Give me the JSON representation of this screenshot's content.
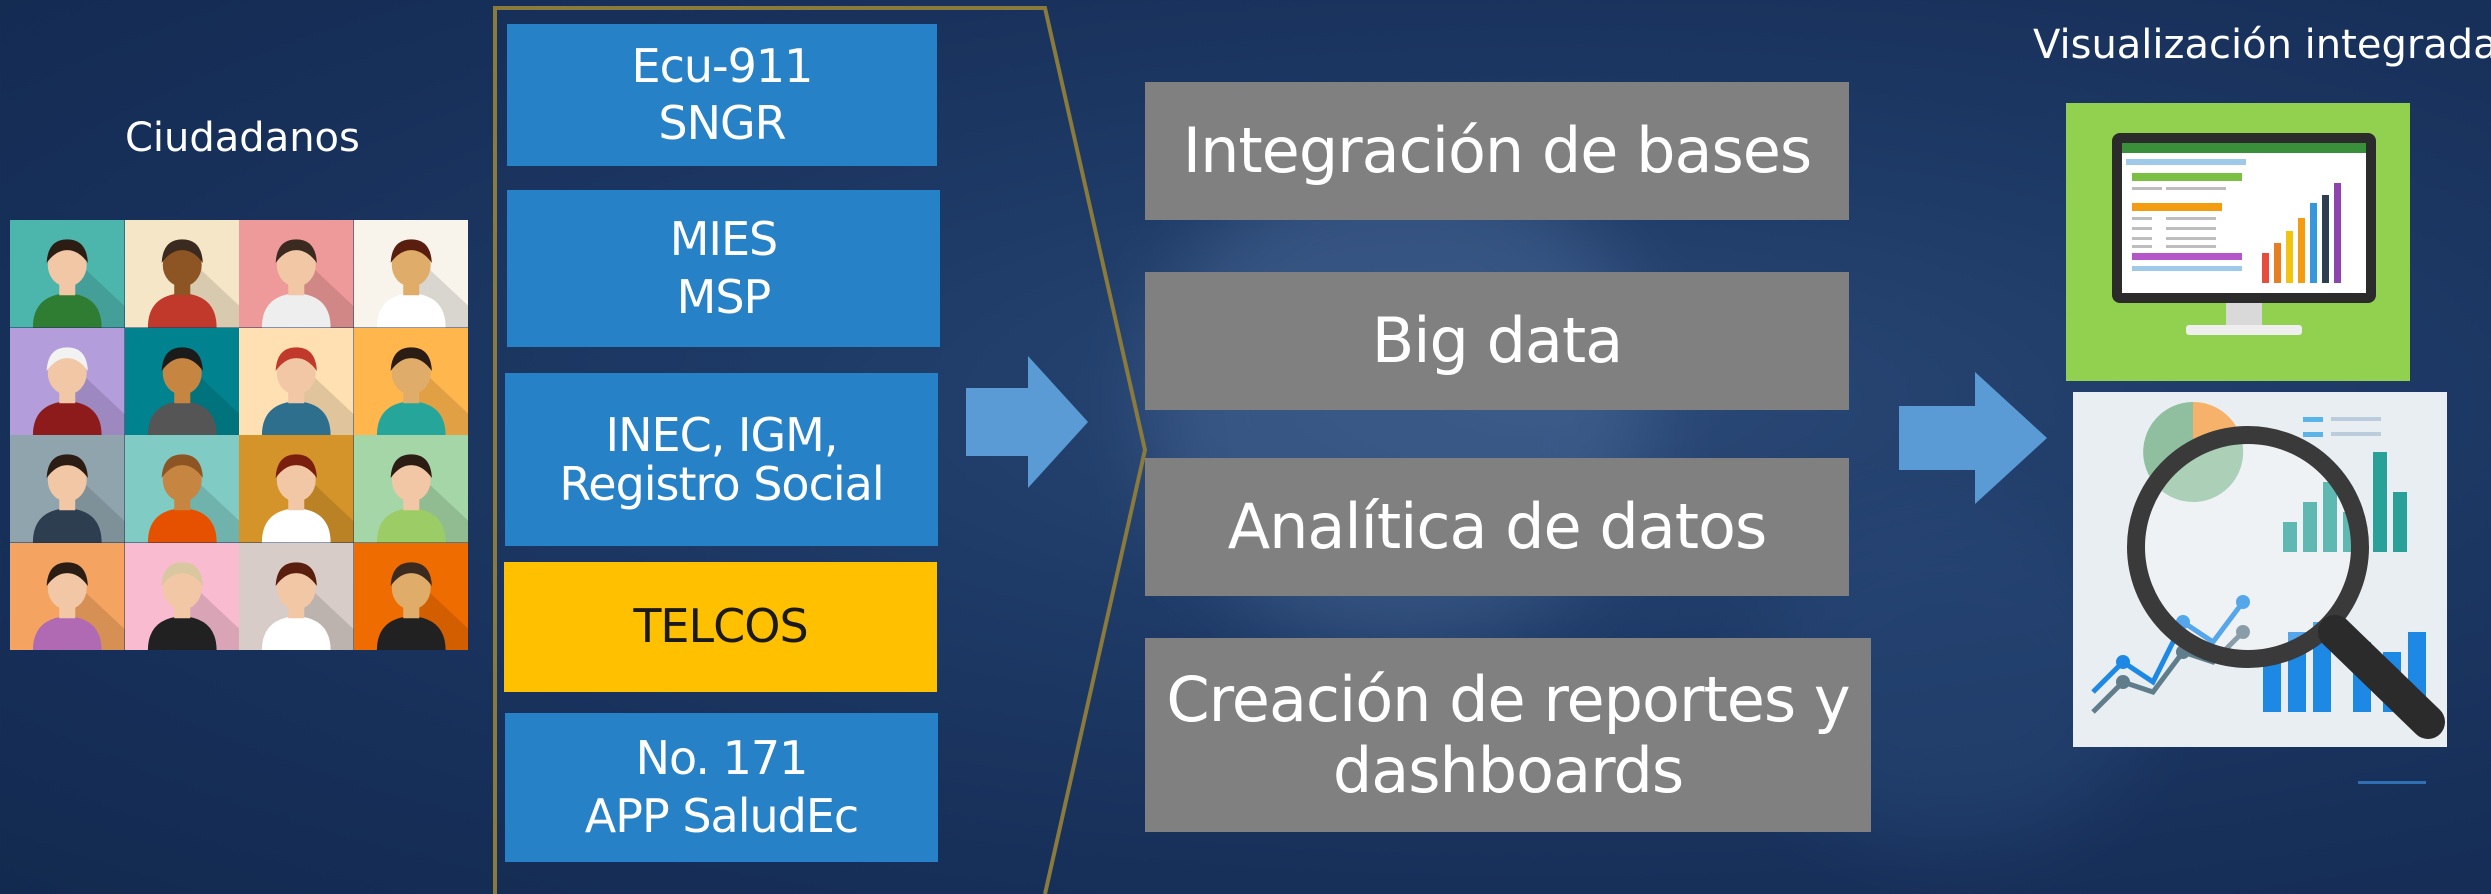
{
  "citizens_label": "Ciudadanos",
  "visualization_label": "Visualización integrada",
  "sources": [
    {
      "line1": "Ecu-911",
      "line2": "SNGR"
    },
    {
      "line1": "MIES",
      "line2": "MSP"
    },
    {
      "line1": "INEC, IGM,",
      "line2": "Registro Social"
    },
    {
      "line1": "TELCOS",
      "line2": ""
    },
    {
      "line1": "No. 171",
      "line2": "APP SaludEc"
    }
  ],
  "processes": [
    {
      "line1": "Integración de bases",
      "line2": ""
    },
    {
      "line1": "Big data",
      "line2": ""
    },
    {
      "line1": "Analítica de datos",
      "line2": ""
    },
    {
      "line1": "Creación de reportes y",
      "line2": "dashboards"
    }
  ],
  "colors": {
    "source_blue": "#2781c6",
    "telcos_yellow": "#ffc000",
    "process_gray": "#808080",
    "arrow_blue": "#5b9bd5",
    "bracket_gold": "#8a7a3c",
    "dashboard_green": "#92d050"
  },
  "icons": {
    "citizens_mosaic": "people-avatars-icon",
    "arrow1": "right-arrow-icon",
    "arrow2": "right-arrow-icon",
    "monitor": "monitor-spreadsheet-icon",
    "magnifier": "magnifier-chart-icon"
  },
  "mosaic_colors": [
    "#4db6ac",
    "#f5e6c8",
    "#ef9a9a",
    "#f8f4ec",
    "#b39ddb",
    "#00838f",
    "#ffe0b2",
    "#ffb74d",
    "#90a4ae",
    "#80cbc4",
    "#d4942a",
    "#a5d6a7",
    "#f4a460",
    "#f8bbd0",
    "#d7ccc8",
    "#ef6c00"
  ]
}
